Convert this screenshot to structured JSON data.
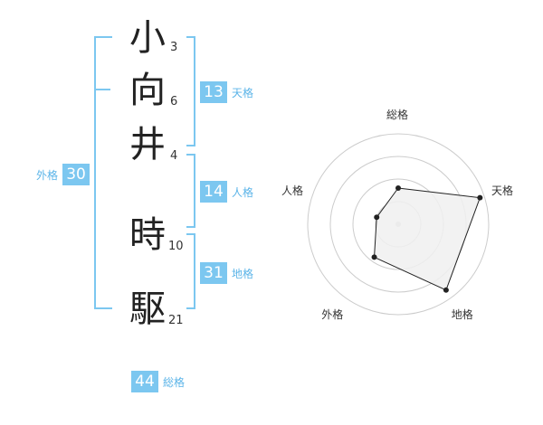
{
  "name_chars": [
    {
      "char": "小",
      "strokes": "3"
    },
    {
      "char": "向",
      "strokes": "6"
    },
    {
      "char": "井",
      "strokes": "4"
    },
    {
      "char": "時",
      "strokes": "10"
    },
    {
      "char": "駆",
      "strokes": "21"
    }
  ],
  "fortunes": {
    "tenkaku": {
      "value": "13",
      "label": "天格"
    },
    "jinkaku": {
      "value": "14",
      "label": "人格"
    },
    "chikaku": {
      "value": "31",
      "label": "地格"
    },
    "gaikaku": {
      "value": "30",
      "label": "外格"
    },
    "soukaku": {
      "value": "44",
      "label": "総格"
    }
  },
  "chart_data": {
    "type": "radar",
    "axes": [
      "総格",
      "天格",
      "地格",
      "外格",
      "人格"
    ],
    "values": [
      0.4,
      0.95,
      0.9,
      0.45,
      0.25
    ],
    "rings": 4,
    "colors": {
      "fill": "#f0f0f0",
      "stroke": "#222222",
      "grid": "#cccccc"
    }
  }
}
